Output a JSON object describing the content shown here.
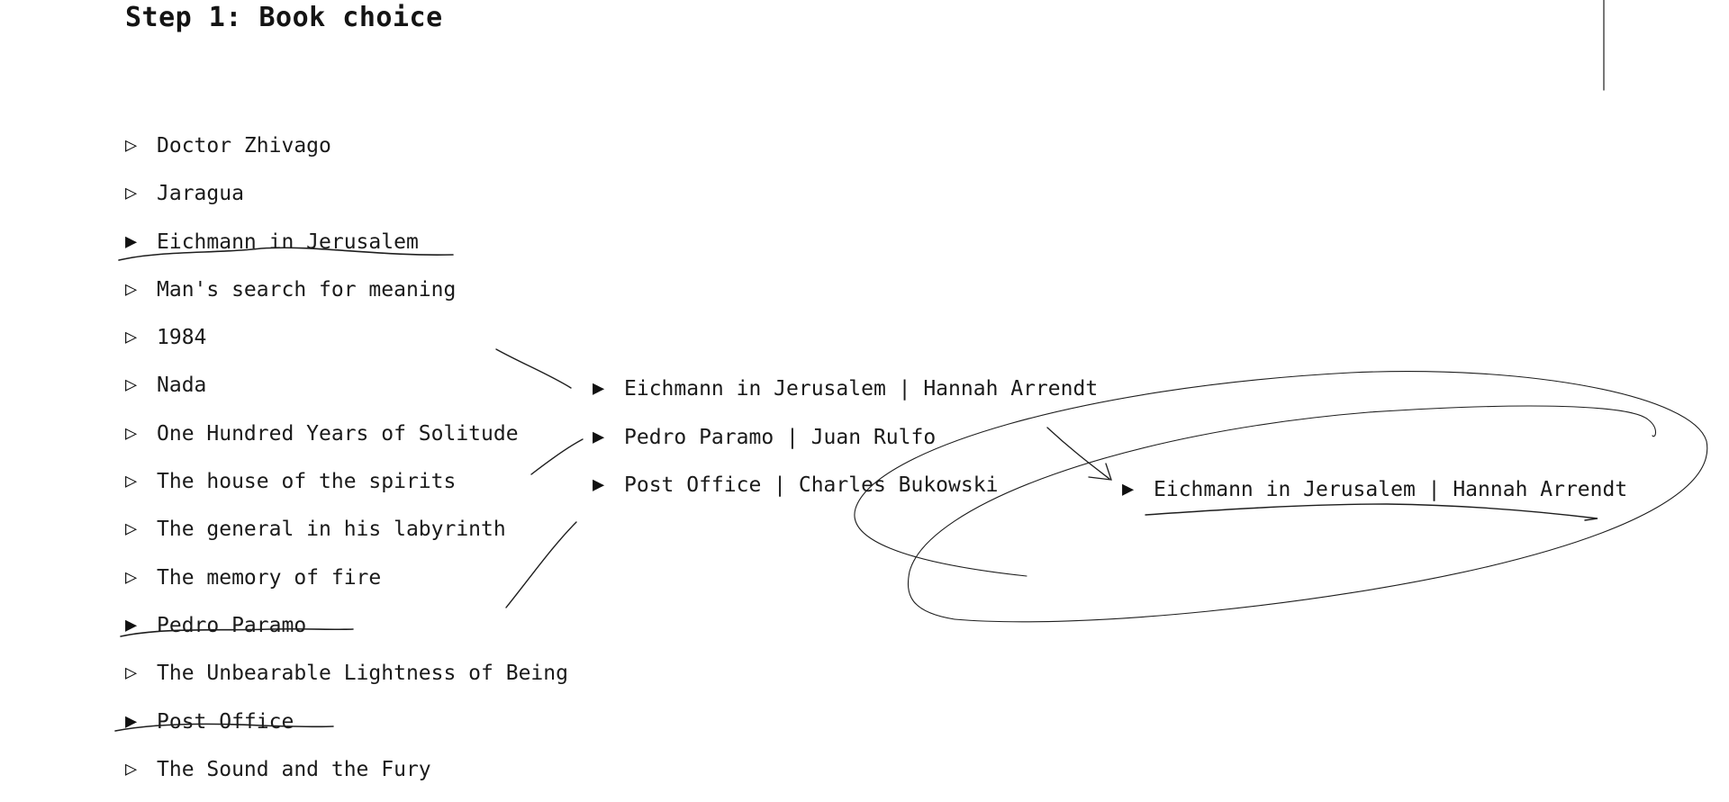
{
  "page": {
    "title": "Step 1: Book choice"
  },
  "markers": {
    "unselected": "▷",
    "selected": "▶"
  },
  "books": [
    {
      "title": "Doctor Zhivago",
      "selected": false
    },
    {
      "title": "Jaragua",
      "selected": false
    },
    {
      "title": "Eichmann in Jerusalem",
      "selected": true
    },
    {
      "title": "Man's search for meaning",
      "selected": false
    },
    {
      "title": "1984",
      "selected": false
    },
    {
      "title": "Nada",
      "selected": false
    },
    {
      "title": "One Hundred Years of Solitude",
      "selected": false
    },
    {
      "title": "The house of the spirits",
      "selected": false
    },
    {
      "title": "The general in his labyrinth",
      "selected": false
    },
    {
      "title": "The memory of fire",
      "selected": false
    },
    {
      "title": "Pedro Paramo",
      "selected": true
    },
    {
      "title": "The Unbearable Lightness of Being",
      "selected": false
    },
    {
      "title": "Post Office",
      "selected": true
    },
    {
      "title": "The Sound and the Fury",
      "selected": false
    }
  ],
  "shortlist": [
    {
      "text": "Eichmann in Jerusalem | Hannah Arrendt"
    },
    {
      "text": "Pedro Paramo | Juan Rulfo"
    },
    {
      "text": "Post Office | Charles Bukowski"
    }
  ],
  "final_choice": {
    "text": "Eichmann in Jerusalem | Hannah Arrendt"
  }
}
